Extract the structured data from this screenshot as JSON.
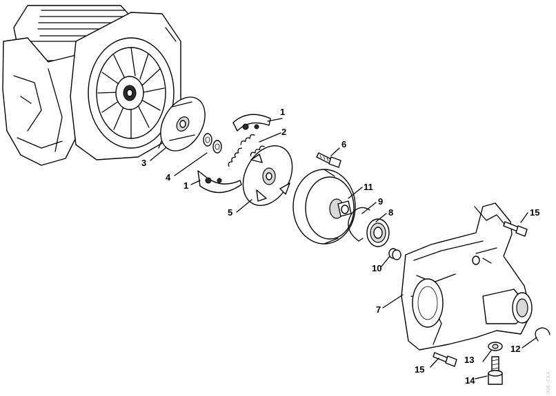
{
  "callouts": [
    {
      "number": "1"
    },
    {
      "number": "2"
    },
    {
      "number": "3"
    },
    {
      "number": "4"
    },
    {
      "number": "1"
    },
    {
      "number": "5"
    },
    {
      "number": "6"
    },
    {
      "number": "11"
    },
    {
      "number": "9"
    },
    {
      "number": "8"
    },
    {
      "number": "15"
    },
    {
      "number": "10"
    },
    {
      "number": "7"
    },
    {
      "number": "12"
    },
    {
      "number": "13"
    },
    {
      "number": "15"
    },
    {
      "number": "14"
    }
  ],
  "watermark": "00E--CK4"
}
